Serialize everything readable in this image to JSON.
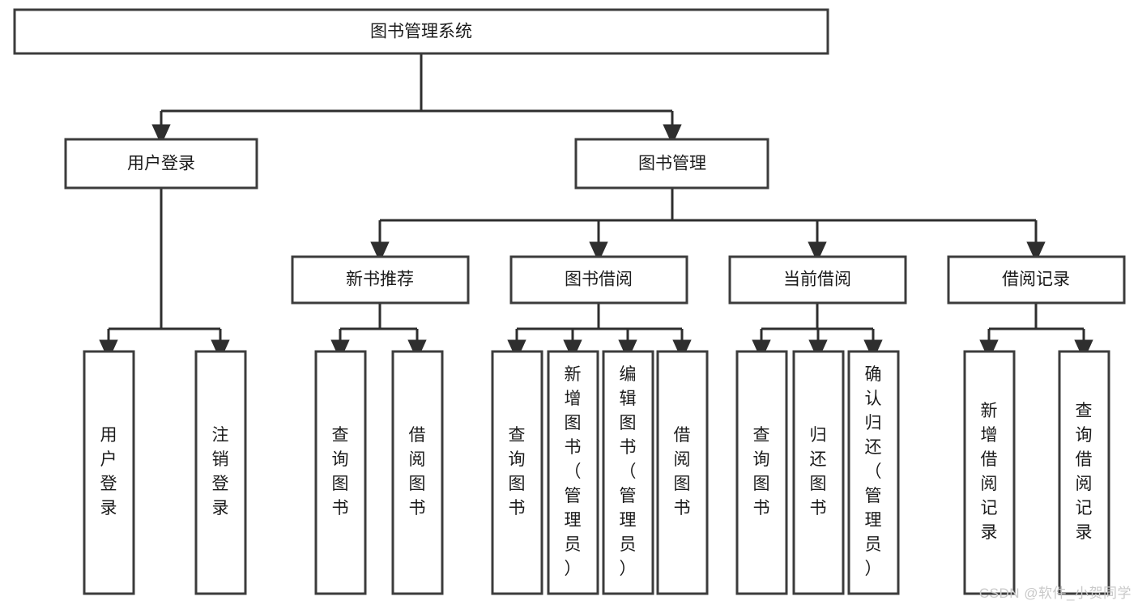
{
  "diagram": {
    "type": "tree-flowchart",
    "title": "图书管理系统",
    "orientation": "top-down",
    "colors": {
      "box_fill": "#ffffff",
      "box_stroke": "#3c3c3c",
      "connector": "#2e2e2e",
      "text": "#1b1b1b",
      "watermark": "#c9c9c9",
      "background": "#ffffff"
    },
    "root": {
      "label": "图书管理系统"
    },
    "level2": [
      {
        "label": "用户登录"
      },
      {
        "label": "图书管理"
      }
    ],
    "level3": [
      {
        "label": "新书推荐"
      },
      {
        "label": "图书借阅"
      },
      {
        "label": "当前借阅"
      },
      {
        "label": "借阅记录"
      }
    ],
    "leaves": {
      "user_login": [
        {
          "label": "用户登录"
        },
        {
          "label": "注销登录"
        }
      ],
      "new_book_recommend": [
        {
          "label": "查询图书"
        },
        {
          "label": "借阅图书"
        }
      ],
      "book_borrow": [
        {
          "label": "查询图书"
        },
        {
          "label": "新增图书（管理员）"
        },
        {
          "label": "编辑图书（管理员）"
        },
        {
          "label": "借阅图书"
        }
      ],
      "current_borrow": [
        {
          "label": "查询图书"
        },
        {
          "label": "归还图书"
        },
        {
          "label": "确认归还（管理员）"
        }
      ],
      "borrow_record": [
        {
          "label": "新增借阅记录"
        },
        {
          "label": "查询借阅记录"
        }
      ]
    }
  },
  "watermark": {
    "text": "CSDN @软件_小贺同学"
  }
}
